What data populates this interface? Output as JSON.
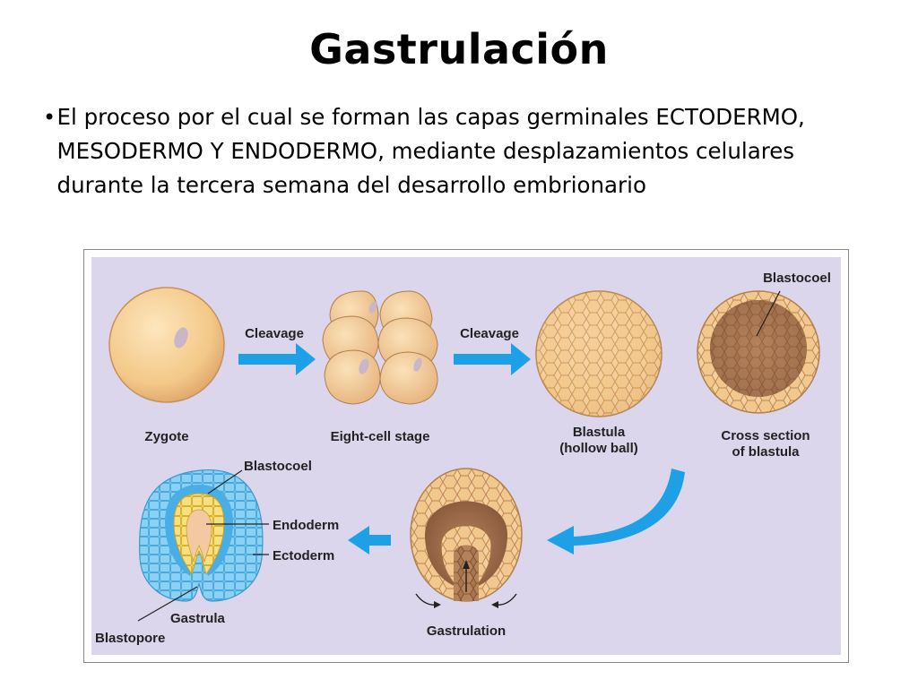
{
  "slide": {
    "title": "Gastrulación",
    "bullet_symbol": "•",
    "bullet_text": "El proceso por el cual se forman las capas germinales ECTODERMO, MESODERMO Y ENDODERMO, mediante desplazamientos celulares durante la tercera semana del desarrollo embrionario"
  },
  "figure": {
    "stages": {
      "zygote": "Zygote",
      "eight_cell": "Eight-cell stage",
      "blastula_1": "Blastula",
      "blastula_2": "(hollow ball)",
      "cross_section_1": "Cross section",
      "cross_section_2": "of blastula",
      "gastrulation": "Gastrulation",
      "gastrula": "Gastrula"
    },
    "arrows": {
      "cleavage_1": "Cleavage",
      "cleavage_2": "Cleavage"
    },
    "annotations": {
      "blastocoel_top": "Blastocoel",
      "blastocoel_gastrula": "Blastocoel",
      "endoderm": "Endoderm",
      "ectoderm": "Ectoderm",
      "blastopore": "Blastopore"
    },
    "colors": {
      "panel_background": "#dcd6ec",
      "arrow_blue": "#1ea0e6",
      "egg_fill": "#f5cf96",
      "cell_outline": "#b0804c",
      "blastocoel_brown": "#9b6a46",
      "ectoderm_blue": "#58b8ea",
      "endoderm_yellow": "#f5d23e"
    }
  }
}
